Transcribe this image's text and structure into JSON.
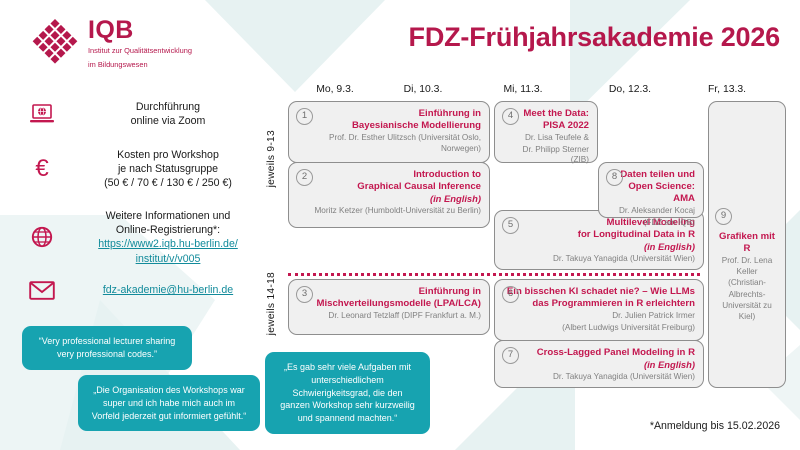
{
  "brand": {
    "logo_name": "IQB",
    "logo_subtitle_line1": "Institut zur Qualitätsentwicklung",
    "logo_subtitle_line2": "im Bildungswesen",
    "accent_crimson": "#c3174f",
    "accent_teal": "#17a3b0",
    "bg_tint": "#e7f2f2"
  },
  "header": {
    "title": "FDZ-Frühjahrsakademie 2026"
  },
  "info": [
    {
      "icon": "laptop-globe-icon",
      "lines": [
        "Durchführung",
        "online via Zoom"
      ]
    },
    {
      "icon": "euro-icon",
      "lines": [
        "Kosten pro Workshop",
        "je nach Statusgruppe",
        "(50 € / 70 € / 130 € / 250 €)"
      ]
    },
    {
      "icon": "globe-icon",
      "lines": [
        "Weitere Informationen und",
        "Online-Registrierung*:"
      ],
      "link_lines": [
        "https://www2.iqb.hu-berlin.de/",
        "institut/v/v005"
      ]
    },
    {
      "icon": "envelope-icon",
      "link_lines": [
        "fdz-akademie@hu-berlin.de"
      ]
    }
  ],
  "testimonials": [
    {
      "text": "“Very professional lecturer sharing very professional codes.”"
    },
    {
      "text": "„Die Organisation des Workshops war super und ich habe mich auch im Vorfeld jederzeit gut informiert gefühlt.“"
    },
    {
      "text": "„Es gab sehr viele Aufgaben mit unterschiedlichem Schwierigkeitsgrad, die den ganzen Workshop sehr kurzweilig und spannend machten.“"
    }
  ],
  "schedule": {
    "days": [
      "Mo, 9.3.",
      "Di, 10.3.",
      "Mi, 11.3.",
      "Do, 12.3.",
      "Fr, 13.3."
    ],
    "time_morning": "jeweils 9-13",
    "time_afternoon": "jeweils 14-18",
    "workshops": [
      {
        "number": "1",
        "title_lines": [
          "Einführung in",
          "Bayesianische Modellierung"
        ],
        "language_note": "",
        "presenter_lines": [
          "Prof. Dr. Esther Ulitzsch (Universität Oslo, Norwegen)"
        ]
      },
      {
        "number": "2",
        "title_lines": [
          "Introduction to",
          "Graphical Causal Inference"
        ],
        "language_note": "(in English)",
        "presenter_lines": [
          "Moritz Ketzer (Humboldt-Universität zu Berlin)"
        ]
      },
      {
        "number": "3",
        "title_lines": [
          "Einführung in",
          "Mischverteilungsmodelle (LPA/LCA)"
        ],
        "language_note": "",
        "presenter_lines": [
          "Dr. Leonard Tetzlaff (DIPF Frankfurt a. M.)"
        ]
      },
      {
        "number": "4",
        "title_lines": [
          "Meet the Data:",
          "PISA 2022"
        ],
        "language_note": "",
        "presenter_lines": [
          "Dr. Lisa Teufele &",
          "Dr. Philipp Sterner (ZIB)"
        ]
      },
      {
        "number": "5",
        "title_lines": [
          "Multilevel Modeling",
          "for Longitudinal Data in R"
        ],
        "language_note": "(in English)",
        "presenter_lines": [
          "Dr. Takuya Yanagida (Universität Wien)"
        ]
      },
      {
        "number": "6",
        "title_lines": [
          "Ein bisschen KI schadet nie? – Wie LLMs",
          "das Programmieren in R erleichtern"
        ],
        "language_note": "",
        "presenter_lines": [
          "Dr. Julien Patrick Irmer",
          "(Albert Ludwigs Universität Freiburg)"
        ]
      },
      {
        "number": "7",
        "title_lines": [
          "Cross-Lagged Panel Modeling in R"
        ],
        "language_note": "(in English)",
        "presenter_lines": [
          "Dr. Takuya Yanagida (Universität Wien)"
        ]
      },
      {
        "number": "8",
        "title_lines": [
          "Daten teilen und",
          "Open Science: AMA"
        ],
        "language_note": "",
        "presenter_lines": [
          "Dr. Aleksander Kocaj",
          "(FDZ am IQB)"
        ]
      },
      {
        "number": "9",
        "title_lines": [
          "Grafiken mit R"
        ],
        "language_note": "",
        "presenter_lines": [
          "Prof. Dr. Lena Keller",
          "(Christian-",
          "Albrechts-",
          "Universität zu Kiel)"
        ]
      }
    ]
  },
  "footer": {
    "note": "*Anmeldung bis 15.02.2026"
  }
}
